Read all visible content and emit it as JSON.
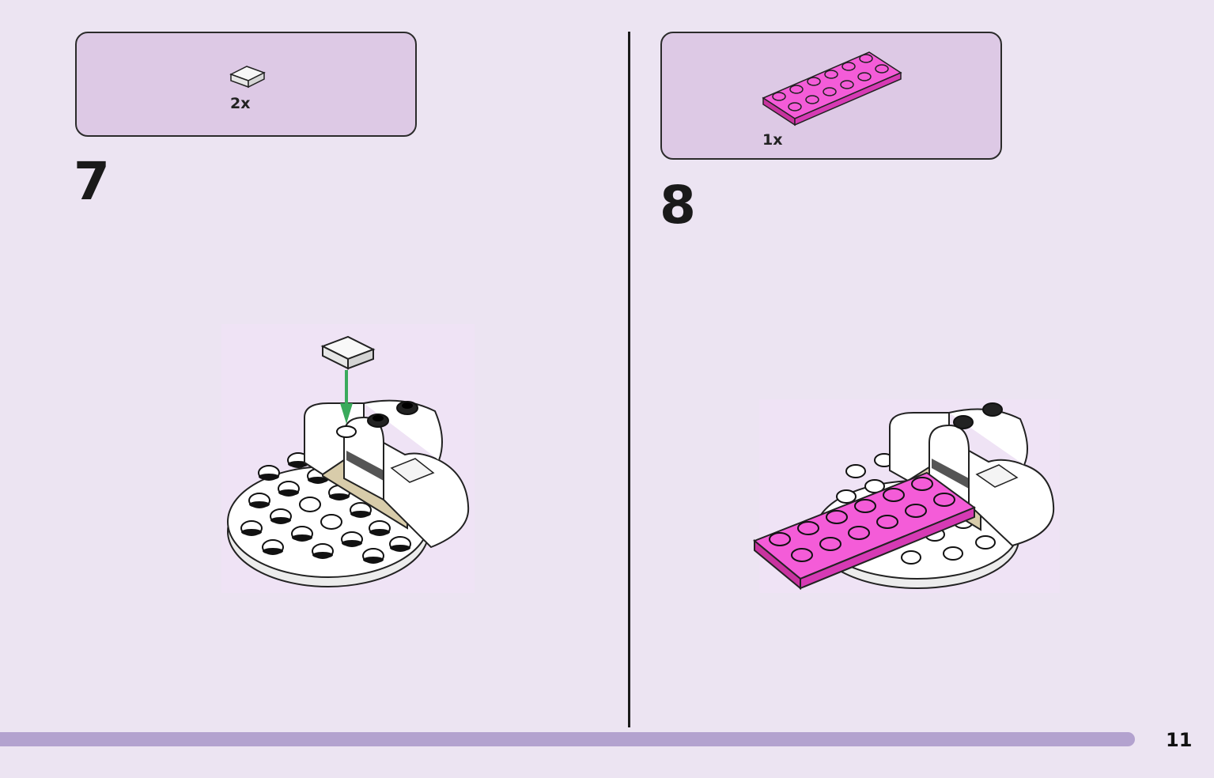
{
  "steps": [
    {
      "number": "7",
      "parts": [
        {
          "icon": "white-tile-1x1-icon",
          "quantity": "2x",
          "color": "#f2f2f2"
        }
      ]
    },
    {
      "number": "8",
      "parts": [
        {
          "icon": "pink-plate-2x6-icon",
          "quantity": "1x",
          "color": "#f04fd0"
        }
      ]
    }
  ],
  "footer": {
    "page_number": "11",
    "progress_color": "#b3a2cf"
  },
  "colors": {
    "background": "#ece4f2",
    "parts_box": "#ddc9e5",
    "arrow": "#3aaa5c",
    "pink": "#f04fd0",
    "white_brick": "#ffffff"
  }
}
